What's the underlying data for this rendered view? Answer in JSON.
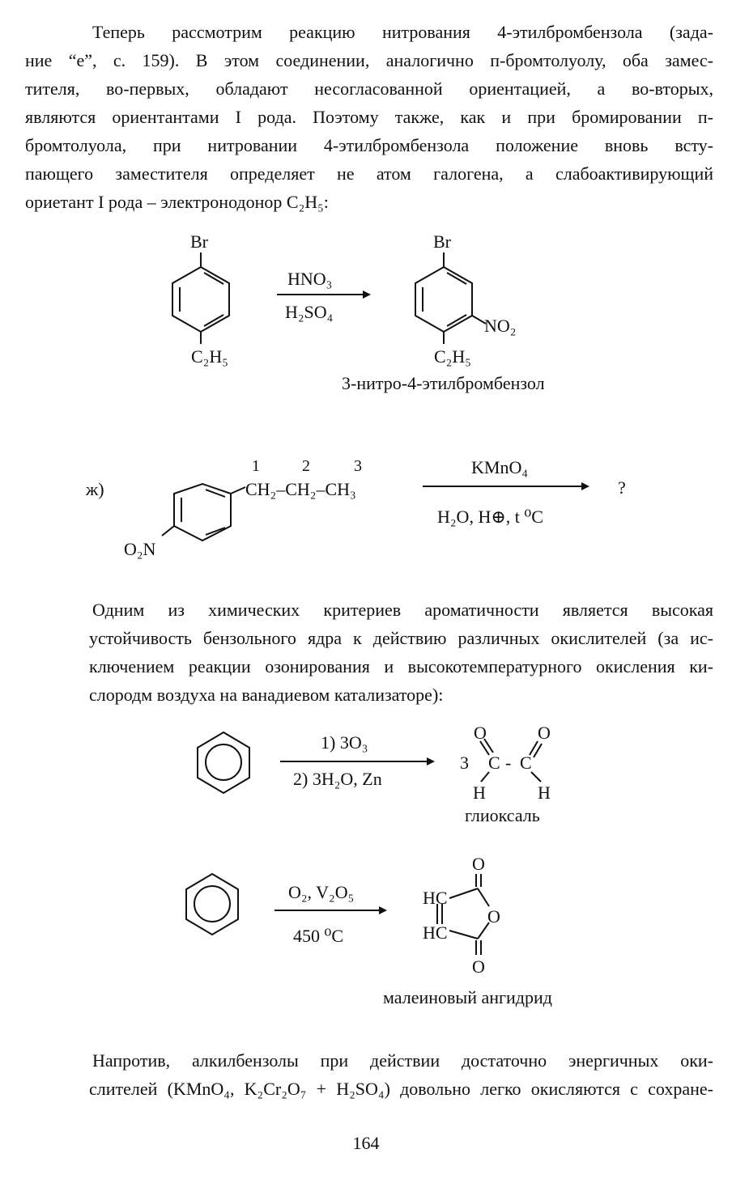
{
  "paragraph1": {
    "lines": [
      "Теперь рассмотрим реакцию нитрования 4-этилбромбензола (зада-",
      "ние “е”, с. 159). В этом соединении, аналогично п-бромтолуолу, оба замес-",
      "тителя, во-первых, обладают несогласованной ориентацией, а во-вторых,",
      "являются ориентантами I рода. Поэтому также, как и при бромировании п-",
      "бромтолуола, при нитровании 4-этилбромбензола положение вновь всту-",
      "пающего заместителя определяет не атом галогена, а слабоактивирующий",
      "ориетант I рода – электронодонор C₂H₅:"
    ]
  },
  "reaction1": {
    "reactant_top": "Br",
    "reactant_bottom": "C₂H₅",
    "reagent_above": "HNO₃",
    "reagent_below": "H₂SO₄",
    "product_top": "Br",
    "product_side": "NO₂",
    "product_bottom": "C₂H₅",
    "product_name": "3-нитро-4-этилбромбензол"
  },
  "reaction2": {
    "label": "ж)",
    "numbers": [
      "1",
      "2",
      "3"
    ],
    "chain": "CH₂–CH₂–CH₃",
    "substituent": "O₂N",
    "reagent_above": "KMnO₄",
    "reagent_below": "H₂O, H⊕, t ⁰C",
    "product": "?"
  },
  "paragraph2": {
    "lines": [
      "Одним из химических критериев ароматичности является высокая",
      "устойчивость бензольного ядра к действию различных окислителей (за ис-",
      "ключением реакции озонирования и высокотемпературного окисления ки-",
      "слородм воздуха на ванадиевом катализаторе):"
    ]
  },
  "reaction3": {
    "step1": "1) 3O₃",
    "step2": "2) 3H₂O, Zn",
    "coefficient": "3",
    "atoms": {
      "o1": "O",
      "o2": "O",
      "c1": "C",
      "dash": "-",
      "c2": "C",
      "h1": "H",
      "h2": "H"
    },
    "product_name": "глиоксаль"
  },
  "reaction4": {
    "reagent_above": "O₂, V₂O₅",
    "reagent_below": "450 ⁰C",
    "atoms": {
      "o_top": "O",
      "o_ring": "O",
      "o_bottom": "O",
      "hc1": "HC",
      "hc2": "HC"
    },
    "product_name": "малеиновый ангидрид"
  },
  "paragraph3": {
    "lines": [
      "Напротив, алкилбензолы при действии достаточно энергичных оки-",
      "слителей (KMnO₄, K₂Cr₂O₇ + H₂SO₄) довольно легко окисляются с сохране-"
    ]
  },
  "page_number": "164"
}
